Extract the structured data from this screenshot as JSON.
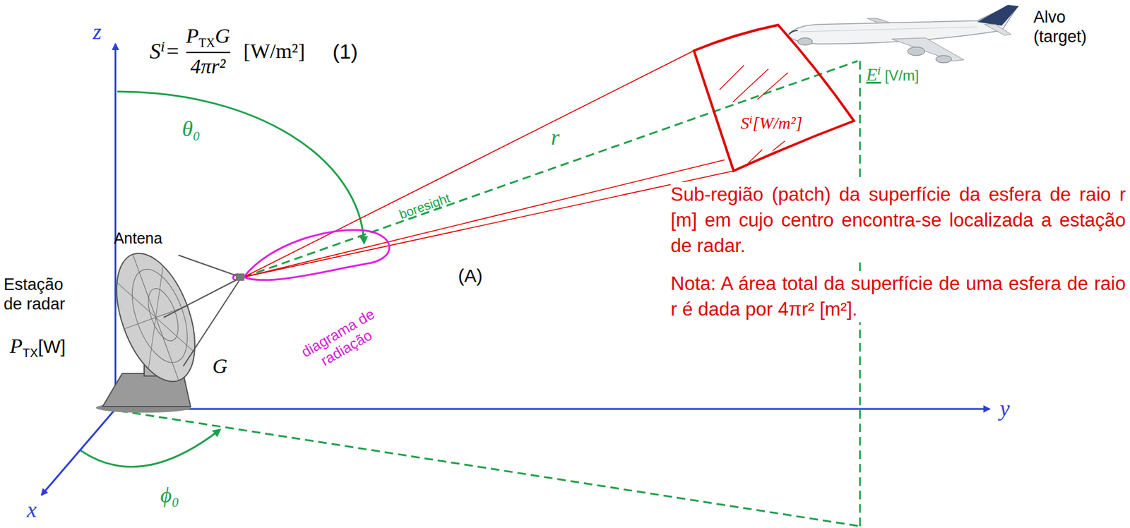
{
  "diagram": {
    "nodes": [
      {
        "text": [
          "Sⁱ[W/m²]"
        ]
      }
    ],
    "labels": [
      "z",
      "Sⁱ=",
      "P",
      "TX",
      "G",
      "4πr²",
      "[W/m²]",
      "(1)",
      "θ₀",
      "r",
      "boresight",
      "Alvo (target)",
      "Eⁱ",
      "[V/m]",
      "Sub-região (patch) da superfície da esfera de raio r [m] em cujo centro encontra-se localizada a estação de radar.",
      "Nota: A área total da superfície de uma esfera de raio r é dada por 4πr² [m²].",
      "Antena",
      "Estação de radar",
      "(A)",
      "diagrama de radiação",
      "P",
      "TX",
      "[W]",
      "G",
      "y",
      "x",
      "ϕ₀"
    ]
  }
}
